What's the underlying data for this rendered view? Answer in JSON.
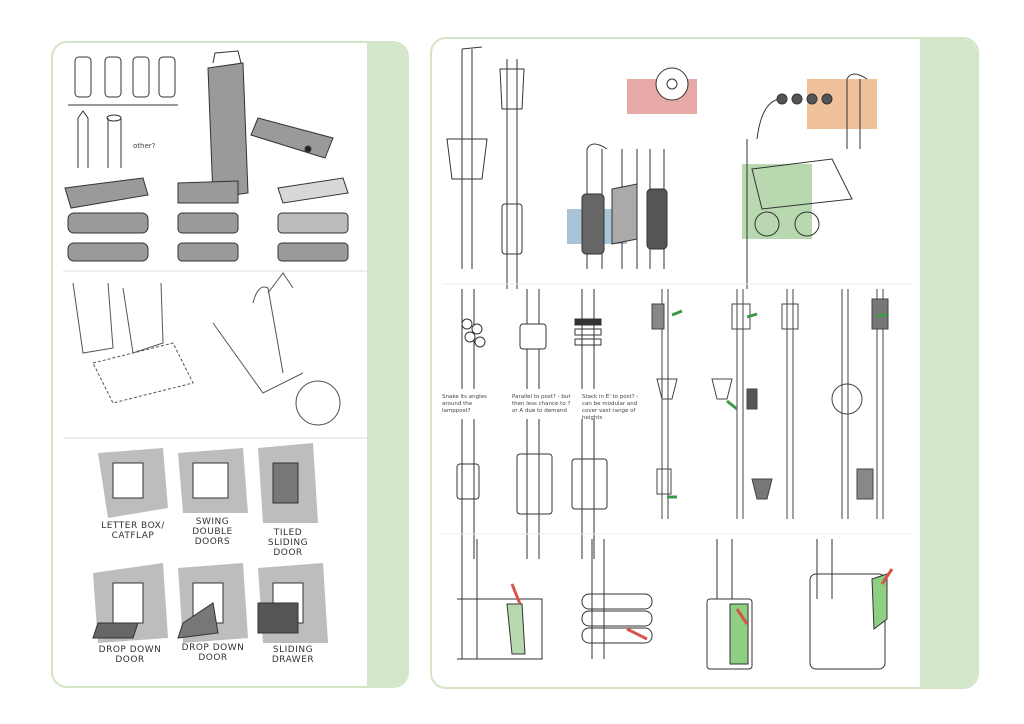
{
  "colors": {
    "panel_border": "#d3e5c6",
    "panel_strip": "#d4e6c9",
    "sketch_gray": "#9a9a9a",
    "highlight_red": "#e7a9a6",
    "highlight_blue": "#a9c4d6",
    "highlight_green": "#b8d8b0",
    "highlight_orange": "#f0c29c",
    "arrow_green": "#3a9a4a",
    "arrow_red": "#d8534a"
  },
  "left_page": {
    "top_note": "other?",
    "door_options": [
      {
        "title": "LETTER BOX/ CATFLAP"
      },
      {
        "title": "SWING DOUBLE DOORS"
      },
      {
        "title": "TILED SLIDING DOOR"
      },
      {
        "title": "DROP DOWN DOOR"
      },
      {
        "title": "DROP DOWN DOOR"
      },
      {
        "title": "SLIDING DRAWER"
      }
    ]
  },
  "right_page": {
    "ring_notes": [
      {
        "text": "Snake its angles around the lamppost?"
      },
      {
        "text": "Parallel to post? - but then less chance to ? or A due to demand"
      },
      {
        "text": "Stack in E' to post? - can be modular and cover vast range of heights"
      }
    ]
  }
}
